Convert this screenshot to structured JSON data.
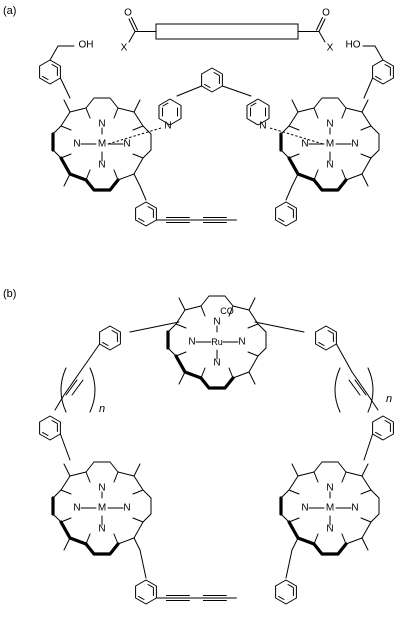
{
  "panels": {
    "a": "(a)",
    "b": "(b)"
  },
  "labels": {
    "n_atom": "N",
    "metal": "M",
    "ruthenium": "Ru",
    "carbonyl": "CO",
    "hydroxyl_left": "OH",
    "hydroxyl_right": "HO",
    "oxygen": "O",
    "substituent": "X",
    "repeat": "n"
  }
}
